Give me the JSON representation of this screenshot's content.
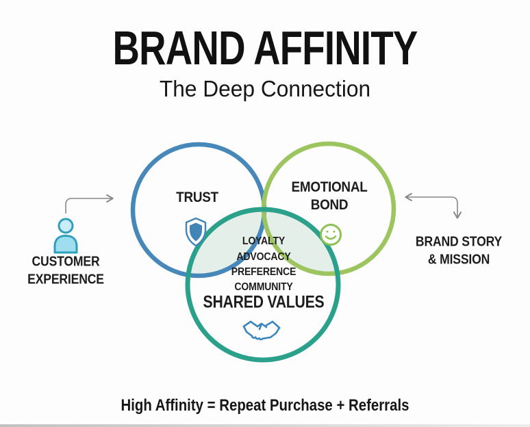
{
  "title": {
    "text": "BRAND AFFINITY",
    "subtitle": "The Deep Connection"
  },
  "venn": {
    "trust": {
      "label": "TRUST",
      "icon": "shield-icon",
      "color": "#4688ba"
    },
    "emotional_bond": {
      "label": "EMOTIONAL BOND",
      "icon": "smiley-icon",
      "color": "#9dc55f"
    },
    "shared_values": {
      "label": "SHARED VALUES",
      "icon": "handshake-icon",
      "color": "#2ba18c"
    },
    "center_overlap": [
      "LOYALTY",
      "ADVOCACY",
      "PREFERENCE",
      "COMMUNITY"
    ]
  },
  "annotations": {
    "left": {
      "label": "CUSTOMER EXPERIENCE",
      "icon": "person-icon"
    },
    "right": {
      "label": "BRAND STORY & MISSION"
    }
  },
  "footer": {
    "text": "High Affinity = Repeat Purchase + Referrals"
  },
  "colors": {
    "trust_circle": "#4688ba",
    "emotional_circle": "#9dc55f",
    "shared_circle": "#2ba18c",
    "overlap_fill": "#e3efe8",
    "arrow": "#878787",
    "text": "#1d1d1d"
  }
}
